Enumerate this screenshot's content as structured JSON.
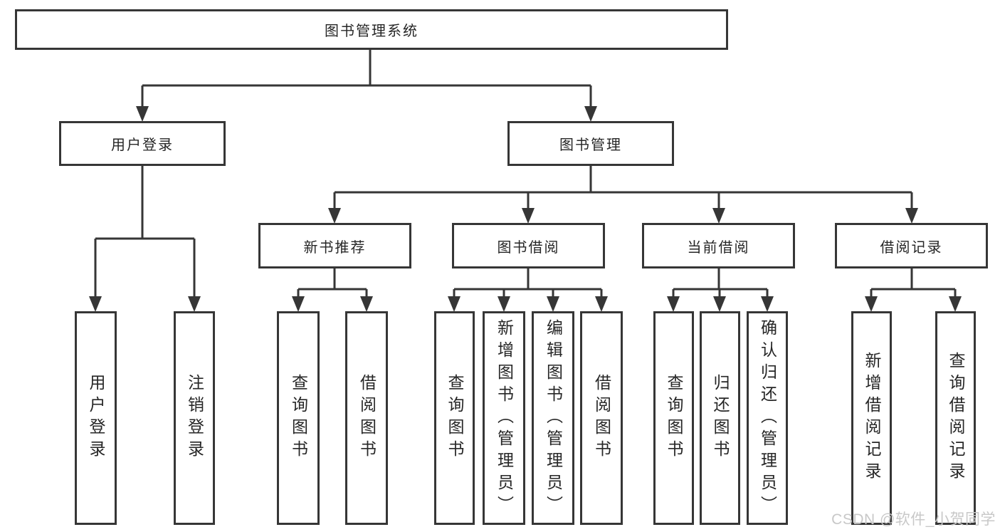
{
  "tree": {
    "label": "图书管理系统",
    "children": [
      {
        "label": "用户登录",
        "children": [
          {
            "label": "用户登录"
          },
          {
            "label": "注销登录"
          }
        ]
      },
      {
        "label": "图书管理",
        "children": [
          {
            "label": "新书推荐",
            "children": [
              {
                "label": "查询图书"
              },
              {
                "label": "借阅图书"
              }
            ]
          },
          {
            "label": "图书借阅",
            "children": [
              {
                "label": "查询图书"
              },
              {
                "label": "新增图书（管理员）"
              },
              {
                "label": "编辑图书（管理员）"
              },
              {
                "label": "借阅图书"
              }
            ]
          },
          {
            "label": "当前借阅",
            "children": [
              {
                "label": "查询图书"
              },
              {
                "label": "归还图书"
              },
              {
                "label": "确认归还（管理员）"
              }
            ]
          },
          {
            "label": "借阅记录",
            "children": [
              {
                "label": "新增借阅记录"
              },
              {
                "label": "查询借阅记录"
              }
            ]
          }
        ]
      }
    ]
  },
  "watermark": {
    "text": "CSDN @软件_小贺同学"
  },
  "colors": {
    "line": "#363636",
    "box_border": "#363636",
    "text": "#262626",
    "background": "#ffffff",
    "watermark": "#c8c8c8"
  }
}
